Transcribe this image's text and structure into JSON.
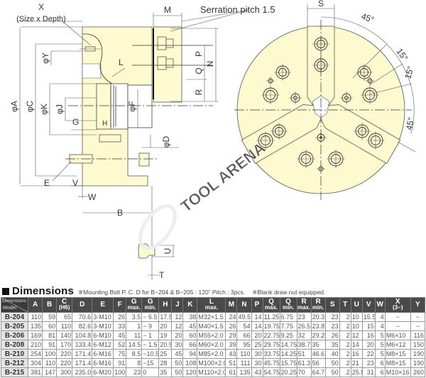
{
  "drawing": {
    "labels": {
      "x_label": "X",
      "x_sub": "(Size x Depth)",
      "serration": "Serration pitch 1.5",
      "M": "M",
      "S": "S",
      "P": "P",
      "Q": "Q",
      "R": "R",
      "N": "N",
      "L": "L",
      "Y": "φY",
      "A": "φA",
      "C": "φC",
      "K": "φK",
      "J": "φJ",
      "F": "φF",
      "D": "φD",
      "G": "G",
      "H": "H",
      "E": "E",
      "V": "V",
      "W": "W",
      "B": "B",
      "U": "U",
      "T": "T",
      "angle_45_top": "45°",
      "angle_15_a": "15°",
      "angle_15_b": "15°",
      "angle_45_right": "45°"
    },
    "watermark": "TOOL ARENA",
    "colors": {
      "body_fill": "#fdfad0",
      "line": "#333333",
      "header_bg": "#4a4a4a",
      "model_bg": "#e4e4e4"
    }
  },
  "dimensions": {
    "title": "Dimensions",
    "note1": "※Mounting Bolt P. C. D for B−204 & B−205 : 120˚ Pitch : 3pcs.",
    "note2": "※Blank draw nut equipped.",
    "corner_top": "Dimensions",
    "corner_bottom": "Model",
    "columns": [
      {
        "main": "A",
        "sub": ""
      },
      {
        "main": "B",
        "sub": ""
      },
      {
        "main": "C",
        "sub": "(H6)"
      },
      {
        "main": "D",
        "sub": ""
      },
      {
        "main": "E",
        "sub": ""
      },
      {
        "main": "F",
        "sub": ""
      },
      {
        "main": "G",
        "sub": "max."
      },
      {
        "main": "G",
        "sub": "min."
      },
      {
        "main": "H",
        "sub": ""
      },
      {
        "main": "J",
        "sub": ""
      },
      {
        "main": "K",
        "sub": ""
      },
      {
        "main": "L",
        "sub": "max."
      },
      {
        "main": "M",
        "sub": ""
      },
      {
        "main": "N",
        "sub": ""
      },
      {
        "main": "P",
        "sub": ""
      },
      {
        "main": "Q",
        "sub": "max."
      },
      {
        "main": "Q",
        "sub": "min."
      },
      {
        "main": "R",
        "sub": "max."
      },
      {
        "main": "R",
        "sub": "min."
      },
      {
        "main": "S",
        "sub": ""
      },
      {
        "main": "T",
        "sub": ""
      },
      {
        "main": "U",
        "sub": ""
      },
      {
        "main": "V",
        "sub": ""
      },
      {
        "main": "W",
        "sub": ""
      },
      {
        "main": "X",
        "sub": "(3−)"
      },
      {
        "main": "Y",
        "sub": ""
      }
    ],
    "rows": [
      {
        "model": "B-204",
        "values": [
          "110",
          "59",
          "65",
          "70.6",
          "3-M10",
          "26",
          "3.5",
          "− 6.5",
          "17.5",
          "12",
          "38",
          "M32×1.5",
          "24",
          "49.5",
          "14",
          "11.25",
          "6.75",
          "23",
          "20.3",
          "23",
          "2",
          "10",
          "15.5",
          "4",
          "−",
          "−"
        ]
      },
      {
        "model": "B-205",
        "values": [
          "135",
          "60",
          "110",
          "82.6",
          "3-M10",
          "33",
          "1",
          "− 9",
          "20",
          "12",
          "45",
          "M40×1.5",
          "26",
          "54",
          "14",
          "19.75",
          "7.75",
          "26.5",
          "23.8",
          "23",
          "2",
          "10",
          "15",
          "4",
          "−",
          "−"
        ]
      },
      {
        "model": "B-206",
        "values": [
          "169",
          "81",
          "140",
          "104.8",
          "6-M10",
          "45",
          "11",
          "− 1",
          "19",
          "20",
          "60",
          "M55×2.0",
          "29",
          "66",
          "20",
          "22.75",
          "9.25",
          "32",
          "29.25",
          "26",
          "2",
          "12",
          "16",
          "5",
          "M6×10",
          "116"
        ]
      },
      {
        "model": "B-208",
        "values": [
          "210",
          "91",
          "170",
          "133.4",
          "6-M12",
          "52",
          "14.5",
          "− 1.5",
          "20.5",
          "30",
          "66",
          "M60×2.0",
          "39",
          "95",
          "25",
          "29.75",
          "14.75",
          "38.7",
          "35",
          "35",
          "2",
          "14",
          "20",
          "5",
          "M6×12",
          "150"
        ]
      },
      {
        "model": "B-210",
        "values": [
          "254",
          "100",
          "220",
          "171.4",
          "6-M16",
          "75",
          "8.5",
          "−10.5",
          "25",
          "45",
          "94",
          "M85×2.0",
          "43",
          "110",
          "30",
          "33.75",
          "14.25",
          "51",
          "46.6",
          "40",
          "2",
          "16",
          "22",
          "5",
          "M8×15",
          "190"
        ]
      },
      {
        "model": "B-212",
        "values": [
          "304",
          "110",
          "220",
          "171.4",
          "6-M16",
          "91",
          "8",
          "−15",
          "28",
          "50",
          "108",
          "M100×2.0",
          "51",
          "111",
          "30",
          "45.75",
          "15.75",
          "61.3",
          "56",
          "50",
          "2",
          "21",
          "23",
          "6",
          "M8×15",
          "190"
        ]
      },
      {
        "model": "B-215",
        "values": [
          "381",
          "147",
          "300",
          "235.0",
          "6-M20",
          "100",
          "23",
          "0",
          "35",
          "50",
          "120",
          "M110×2.0",
          "61",
          "135",
          "43",
          "54.75",
          "20.25",
          "70",
          "64.7",
          "50",
          "2",
          "25.5",
          "31",
          "6",
          "M10×16",
          "260"
        ]
      }
    ]
  }
}
